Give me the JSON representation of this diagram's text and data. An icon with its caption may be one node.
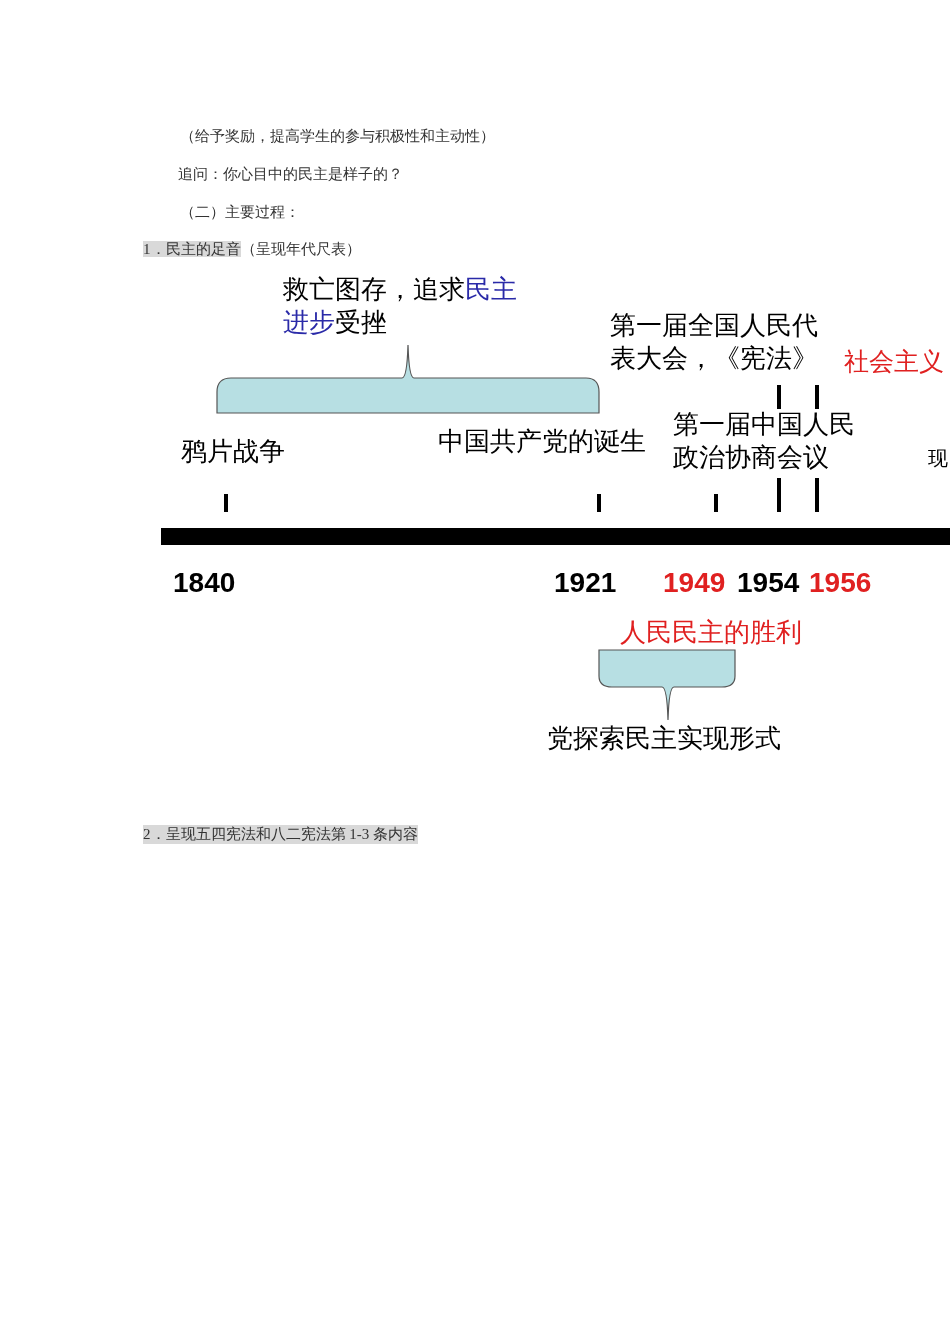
{
  "diagram": {
    "labels": [
      "（给予奖励，提高学生的参与积极性和主动性）",
      "追问：你心目中的民主是样子的？",
      "（二）主要过程：",
      "**1．民主的足音**（呈现年代尺表）",
      "救亡图存，追求**民主进步**受挫",
      "第一届全国人民代表大会，《宪法》",
      "社会主义",
      "鸦片战争",
      "中国共产党的诞生",
      "第一届中国人民政治协商会议",
      "现",
      "1840",
      "1921",
      "1949",
      "1954",
      "1956",
      "人民民主的胜利",
      "党探索民主实现形式",
      "2．呈现五四宪法和八二宪法第 1-3 条内容"
    ]
  }
}
